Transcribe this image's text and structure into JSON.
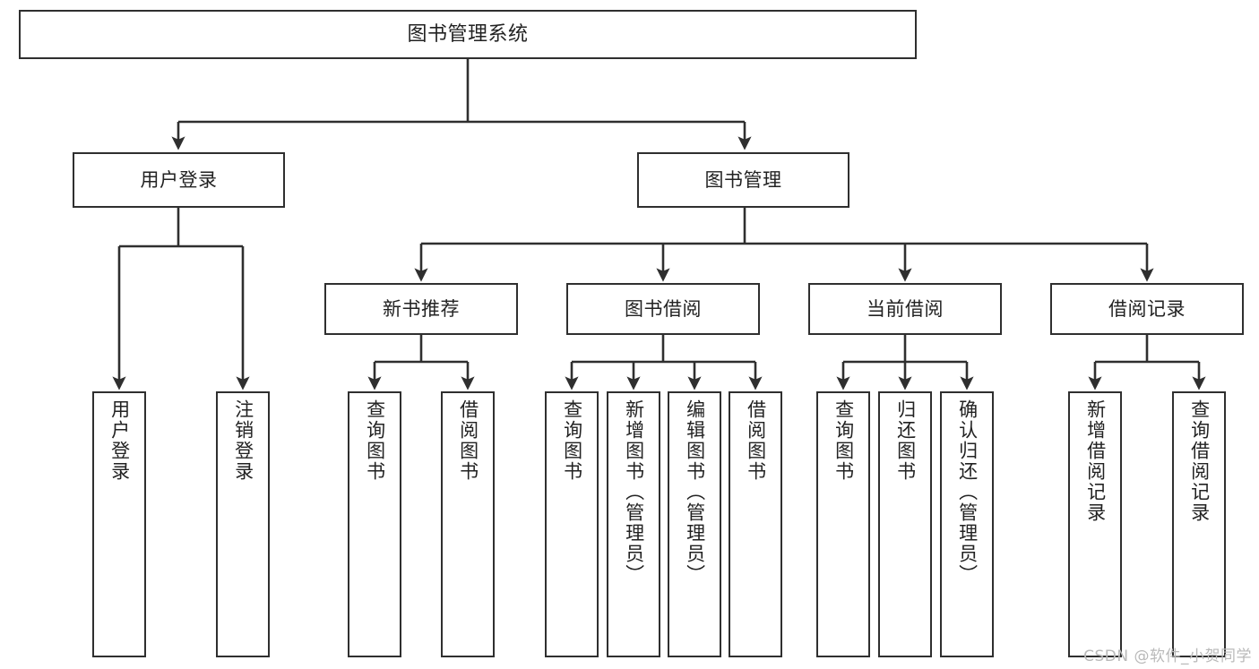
{
  "diagram": {
    "title": "图书管理系统",
    "watermark": "CSDN @软件_小贺同学",
    "line_color": "#2f2f2f",
    "box_fill": "#ffffff",
    "text_color": "#222222",
    "watermark_color": "#b9b9b9"
  },
  "nodes": {
    "root": {
      "label": "图书管理系统"
    },
    "level2": [
      {
        "label": "用户登录"
      },
      {
        "label": "图书管理"
      }
    ],
    "level3": [
      {
        "label": "新书推荐"
      },
      {
        "label": "图书借阅"
      },
      {
        "label": "当前借阅"
      },
      {
        "label": "借阅记录"
      }
    ],
    "leaves": {
      "user_login": [
        {
          "label": "用户登录"
        },
        {
          "label": "注销登录"
        }
      ],
      "new_book_recommend": [
        {
          "label": "查询图书"
        },
        {
          "label": "借阅图书"
        }
      ],
      "book_borrow": [
        {
          "label": "查询图书"
        },
        {
          "label": "新增图书（管理员）"
        },
        {
          "label": "编辑图书（管理员）"
        },
        {
          "label": "借阅图书"
        }
      ],
      "current_borrow": [
        {
          "label": "查询图书"
        },
        {
          "label": "归还图书"
        },
        {
          "label": "确认归还（管理员）"
        }
      ],
      "borrow_record": [
        {
          "label": "新增借阅记录"
        },
        {
          "label": "查询借阅记录"
        }
      ]
    }
  },
  "chart_data": {
    "type": "table",
    "title": "图书管理系统 功能结构图",
    "hierarchy": [
      {
        "label": "图书管理系统",
        "children": [
          {
            "label": "用户登录",
            "children": [
              {
                "label": "用户登录"
              },
              {
                "label": "注销登录"
              }
            ]
          },
          {
            "label": "图书管理",
            "children": [
              {
                "label": "新书推荐",
                "children": [
                  {
                    "label": "查询图书"
                  },
                  {
                    "label": "借阅图书"
                  }
                ]
              },
              {
                "label": "图书借阅",
                "children": [
                  {
                    "label": "查询图书"
                  },
                  {
                    "label": "新增图书（管理员）"
                  },
                  {
                    "label": "编辑图书（管理员）"
                  },
                  {
                    "label": "借阅图书"
                  }
                ]
              },
              {
                "label": "当前借阅",
                "children": [
                  {
                    "label": "查询图书"
                  },
                  {
                    "label": "归还图书"
                  },
                  {
                    "label": "确认归还（管理员）"
                  }
                ]
              },
              {
                "label": "借阅记录",
                "children": [
                  {
                    "label": "新增借阅记录"
                  },
                  {
                    "label": "查询借阅记录"
                  }
                ]
              }
            ]
          }
        ]
      }
    ]
  }
}
